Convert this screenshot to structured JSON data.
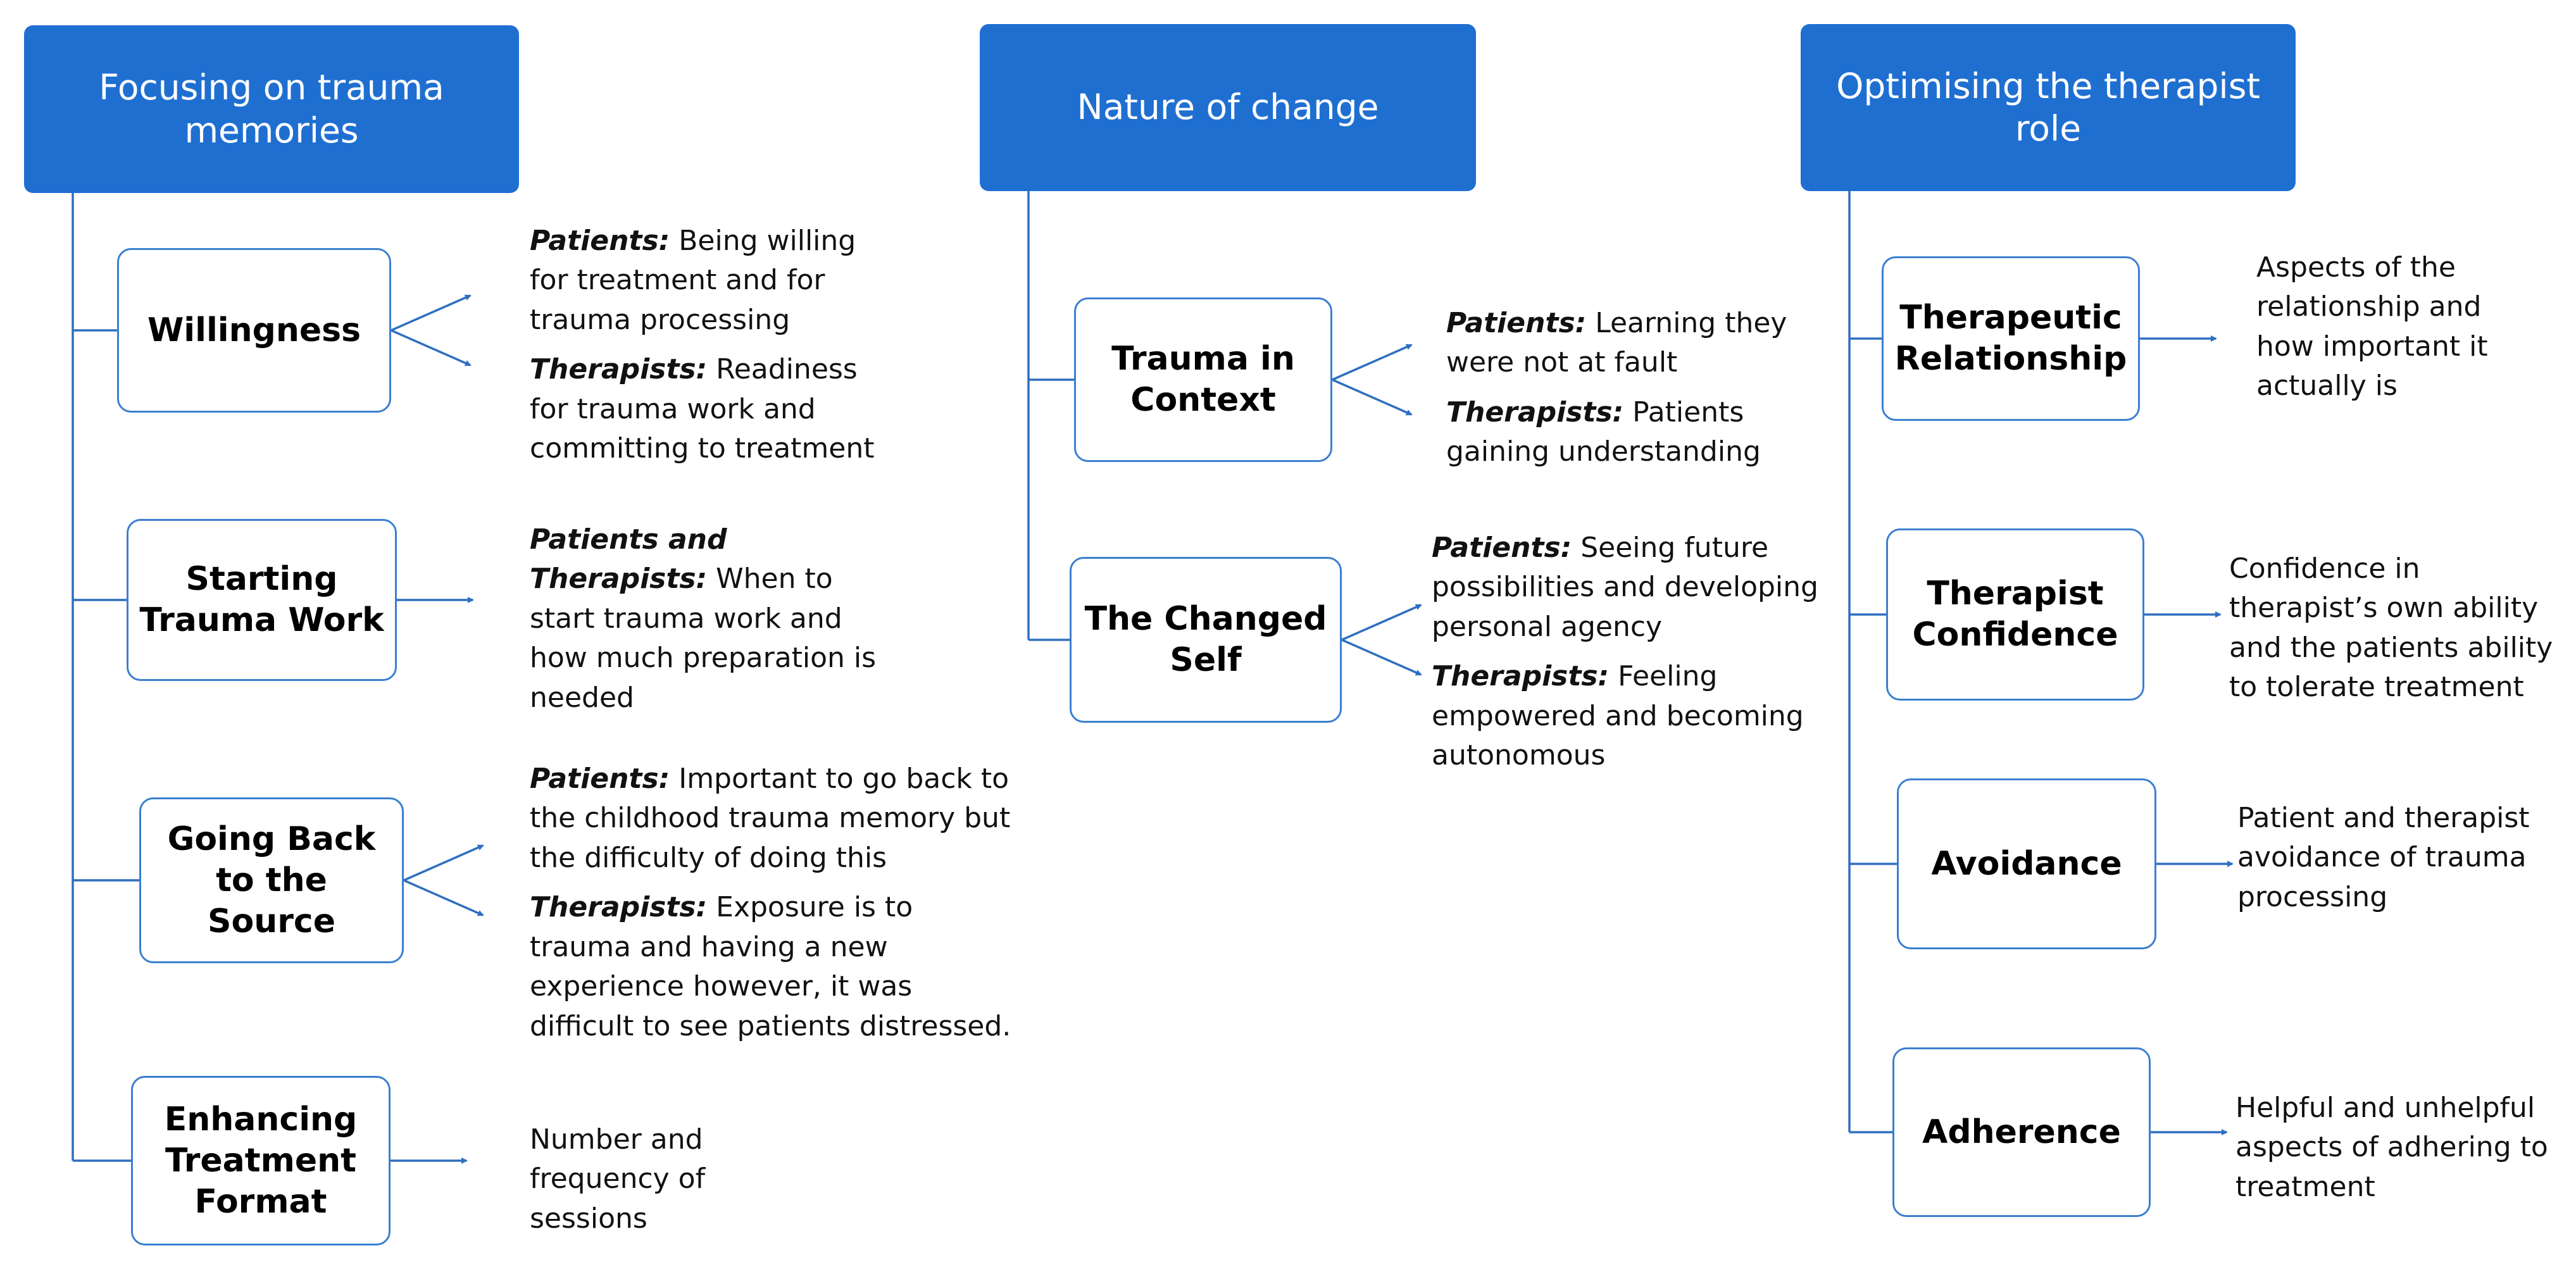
{
  "columns": [
    {
      "header": "Focusing on trauma memories",
      "themes": [
        {
          "label": "Willingness",
          "descriptions": [
            {
              "who": "Patients:",
              "text": " Being willing for treatment and for trauma processing"
            },
            {
              "who": "Therapists:",
              "text": " Readiness for trauma work and committing to treatment"
            }
          ]
        },
        {
          "label": "Starting Trauma Work",
          "descriptions": [
            {
              "who": "Patients and Therapists:",
              "text": " When to start trauma work and how much preparation is needed"
            }
          ]
        },
        {
          "label": "Going Back to the Source",
          "descriptions": [
            {
              "who": "Patients:",
              "text": " Important to go back to the childhood trauma memory but the difficulty of doing this"
            },
            {
              "who": "Therapists:",
              "text": " Exposure is to trauma and having a new experience however, it was difficult to see patients distressed."
            }
          ]
        },
        {
          "label": "Enhancing Treatment Format",
          "descriptions": [
            {
              "who": "",
              "text": "Number and frequency of sessions"
            }
          ]
        }
      ]
    },
    {
      "header": "Nature of change",
      "themes": [
        {
          "label": "Trauma in Context",
          "descriptions": [
            {
              "who": "Patients:",
              "text": " Learning they were not at fault"
            },
            {
              "who": "Therapists:",
              "text": " Patients gaining understanding"
            }
          ]
        },
        {
          "label": "The Changed Self",
          "descriptions": [
            {
              "who": "Patients:",
              "text": " Seeing future possibilities and developing personal agency"
            },
            {
              "who": "Therapists:",
              "text": " Feeling empowered and becoming autonomous"
            }
          ]
        }
      ]
    },
    {
      "header": "Optimising the therapist role",
      "themes": [
        {
          "label": "Therapeutic Relationship",
          "descriptions": [
            {
              "who": "",
              "text": "Aspects of the relationship and how important it actually is"
            }
          ]
        },
        {
          "label": "Therapist Confidence",
          "descriptions": [
            {
              "who": "",
              "text": "Confidence in therapist’s own ability and the patients ability to tolerate treatment"
            }
          ]
        },
        {
          "label": "Avoidance",
          "descriptions": [
            {
              "who": "",
              "text": "Patient and therapist avoidance of trauma processing"
            }
          ]
        },
        {
          "label": "Adherence",
          "descriptions": [
            {
              "who": "",
              "text": "Helpful and unhelpful aspects of adhering to treatment"
            }
          ]
        }
      ]
    }
  ],
  "colors": {
    "header_fill": "#1f6fd1",
    "node_border": "#3b7fd0",
    "connector": "#2e6fbf"
  }
}
